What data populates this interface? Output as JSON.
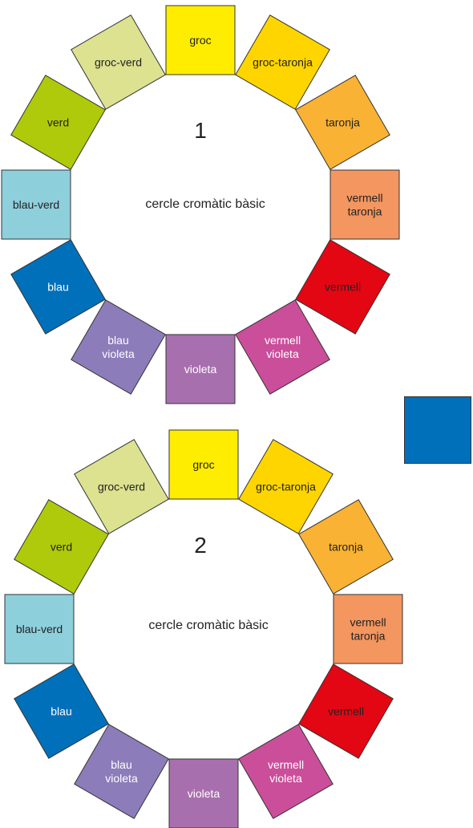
{
  "wheels": [
    {
      "number": "1",
      "caption": "cercle cromàtic bàsic",
      "segments": [
        {
          "lines": [
            "groc"
          ],
          "color": "#FFED00",
          "text_color": "#222222"
        },
        {
          "lines": [
            "groc-taronja"
          ],
          "color": "#FFD500",
          "text_color": "#222222"
        },
        {
          "lines": [
            "taronja"
          ],
          "color": "#F9B233",
          "text_color": "#222222"
        },
        {
          "lines": [
            "vermell",
            "taronja"
          ],
          "color": "#F39660",
          "text_color": "#222222"
        },
        {
          "lines": [
            "vermell"
          ],
          "color": "#E30613",
          "text_color": "#222222"
        },
        {
          "lines": [
            "vermell",
            "violeta"
          ],
          "color": "#CB4E9A",
          "text_color": "#ffffff"
        },
        {
          "lines": [
            "violeta"
          ],
          "color": "#A86FAE",
          "text_color": "#ffffff"
        },
        {
          "lines": [
            "blau",
            "violeta"
          ],
          "color": "#8D7CBA",
          "text_color": "#ffffff"
        },
        {
          "lines": [
            "blau"
          ],
          "color": "#0070BA",
          "text_color": "#ffffff"
        },
        {
          "lines": [
            "blau-verd"
          ],
          "color": "#8ECFDC",
          "text_color": "#222222"
        },
        {
          "lines": [
            "verd"
          ],
          "color": "#AFCA0B",
          "text_color": "#222222"
        },
        {
          "lines": [
            "groc-verd"
          ],
          "color": "#DCE28F",
          "text_color": "#222222"
        }
      ]
    },
    {
      "number": "2",
      "caption": "cercle cromàtic bàsic",
      "segments": [
        {
          "lines": [
            "groc"
          ],
          "color": "#FFED00",
          "text_color": "#222222"
        },
        {
          "lines": [
            "groc-taronja"
          ],
          "color": "#FFD500",
          "text_color": "#222222"
        },
        {
          "lines": [
            "taronja"
          ],
          "color": "#F9B233",
          "text_color": "#222222"
        },
        {
          "lines": [
            "vermell",
            "taronja"
          ],
          "color": "#F39660",
          "text_color": "#222222"
        },
        {
          "lines": [
            "vermell"
          ],
          "color": "#E30613",
          "text_color": "#222222"
        },
        {
          "lines": [
            "vermell",
            "violeta"
          ],
          "color": "#CB4E9A",
          "text_color": "#ffffff"
        },
        {
          "lines": [
            "violeta"
          ],
          "color": "#A86FAE",
          "text_color": "#ffffff"
        },
        {
          "lines": [
            "blau",
            "violeta"
          ],
          "color": "#8D7CBA",
          "text_color": "#ffffff"
        },
        {
          "lines": [
            "blau"
          ],
          "color": "#0070BA",
          "text_color": "#ffffff"
        },
        {
          "lines": [
            "blau-verd"
          ],
          "color": "#8ECFDC",
          "text_color": "#222222"
        },
        {
          "lines": [
            "verd"
          ],
          "color": "#AFCA0B",
          "text_color": "#222222"
        },
        {
          "lines": [
            "groc-verd"
          ],
          "color": "#DCE28F",
          "text_color": "#222222"
        }
      ]
    }
  ],
  "loose_swatch": {
    "color": "#0070BA"
  }
}
